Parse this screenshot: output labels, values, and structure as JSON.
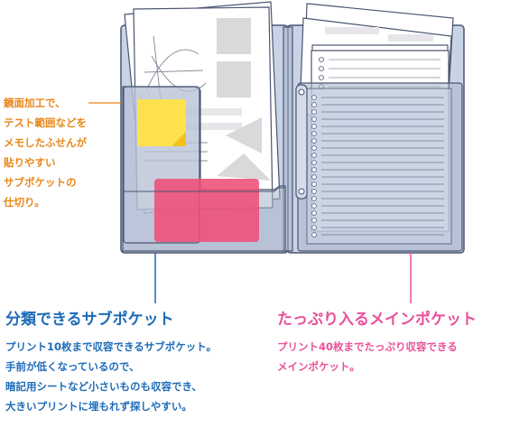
{
  "callout": {
    "lines": [
      "鏡面加工で、",
      "テスト範囲などを",
      "メモしたふせんが",
      "貼りやすい",
      "サブポケットの",
      "仕切り。"
    ]
  },
  "sub_pocket": {
    "title": "分類できるサブポケット",
    "lines": [
      "プリント10枚まで収容できるサブポケット。",
      "手前が低くなっているので、",
      "暗記用シートなど小さいものも収容でき、",
      "大きいプリントに埋もれず探しやすい。"
    ]
  },
  "main_pocket": {
    "title": "たっぷり入るメインポケット",
    "lines": [
      "プリント40枚までたっぷり収容できる",
      "メインポケット。"
    ]
  },
  "colors": {
    "sub_accent": "#1e6bb8",
    "main_accent": "#e8519a",
    "callout_accent": "#e8871a",
    "folder": "#aab4c8",
    "sticky_note": "#ffe14d",
    "pink_card": "#ef4f76"
  }
}
